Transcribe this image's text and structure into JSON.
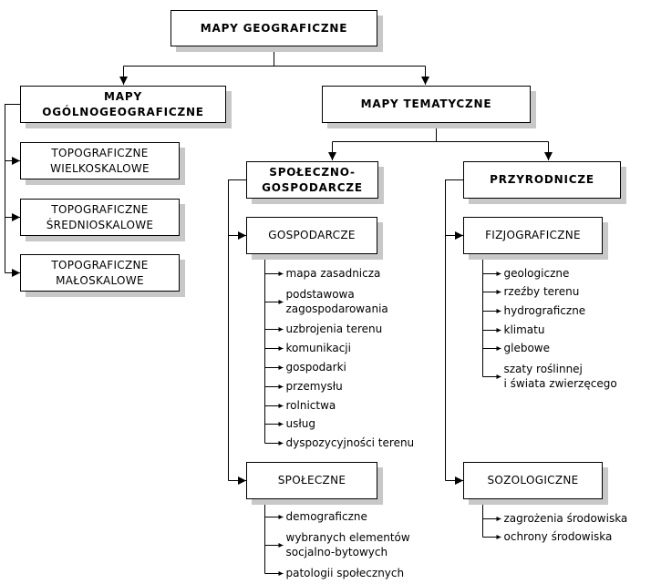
{
  "title": "MAPY GEOGRAFICZNE",
  "colors": {
    "line": "#000000",
    "box_border": "#000000",
    "shadow": "#c8c8c8",
    "background": "#ffffff"
  },
  "general": {
    "label": "MAPY\nOGÓLNOGEOGRAFICZNE",
    "children": [
      "TOPOGRAFICZNE\nWIELKOSKALOWE",
      "TOPOGRAFICZNE\nŚREDNIOSKALOWE",
      "TOPOGRAFICZNE\nMAŁOSKALOWE"
    ]
  },
  "thematic": {
    "label": "MAPY TEMATYCZNE",
    "socio": {
      "label": "SPOŁECZNO-\nGOSPODARCZE",
      "economic": {
        "label": "GOSPODARCZE",
        "items": [
          "mapa zasadnicza",
          "podstawowa\nzagospodarowania",
          "uzbrojenia terenu",
          "komunikacji",
          "gospodarki",
          "przemysłu",
          "rolnictwa",
          "usług",
          "dyspozycyjności terenu"
        ]
      },
      "social": {
        "label": "SPOŁECZNE",
        "items": [
          "demograficzne",
          "wybranych elementów\nsocjalno-bytowych",
          "patologii społecznych"
        ]
      }
    },
    "nature": {
      "label": "PRZYRODNICZE",
      "physio": {
        "label": "FIZJOGRAFICZNE",
        "items": [
          "geologiczne",
          "rzeźby terenu",
          "hydrograficzne",
          "klimatu",
          "glebowe",
          "szaty roślinnej\ni świata zwierzęcego"
        ]
      },
      "sozo": {
        "label": "SOZOLOGICZNE",
        "items": [
          "zagrożenia środowiska",
          "ochrony środowiska"
        ]
      }
    }
  }
}
